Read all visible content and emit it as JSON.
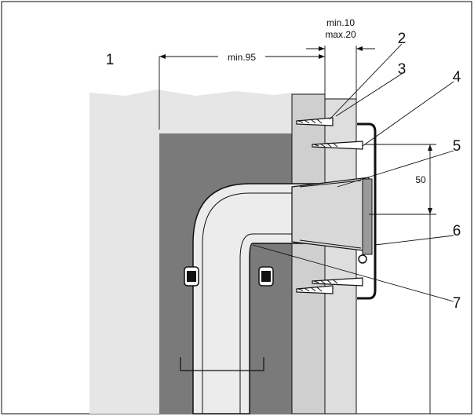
{
  "callouts": {
    "c1": "1",
    "c2": "2",
    "c3": "3",
    "c4": "4",
    "c5": "5",
    "c6": "6",
    "c7": "7"
  },
  "dimensions": {
    "width_label": "min.95",
    "gap_min": "min.10",
    "gap_max": "max.20",
    "height_label": "50"
  },
  "colors": {
    "wall_light": "#e6e6e6",
    "wall_dark": "#7a7a7a",
    "panel": "#cfcfcf",
    "panel_light": "#dedede",
    "pipe": "#ececec",
    "outline": "#111111"
  }
}
